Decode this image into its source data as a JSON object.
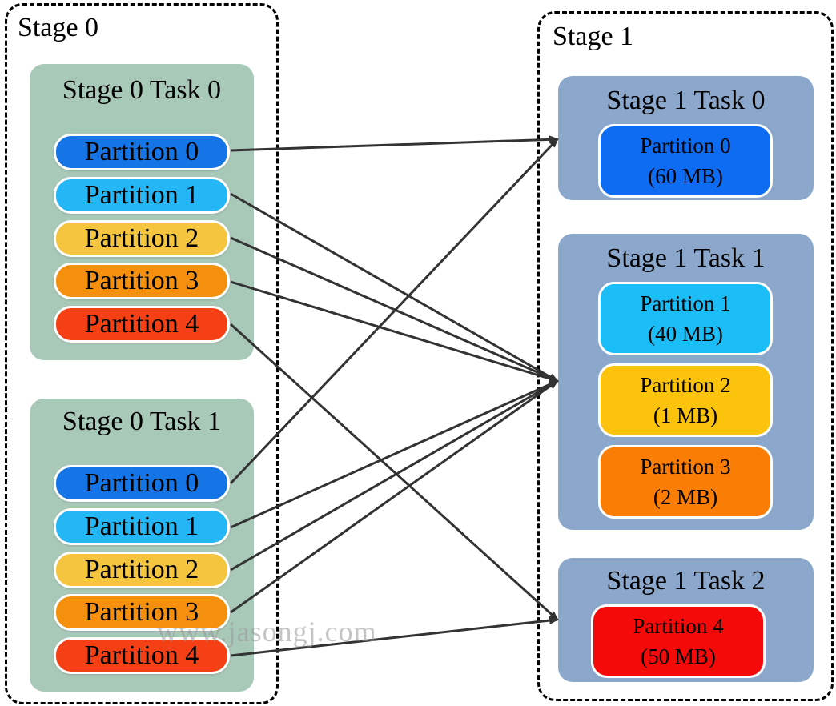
{
  "stage0": {
    "label": "Stage 0",
    "tasks": [
      {
        "label": "Stage 0 Task 0",
        "partitions": [
          {
            "label": "Partition 0",
            "color": "#1575e6"
          },
          {
            "label": "Partition 1",
            "color": "#25b6f5"
          },
          {
            "label": "Partition 2",
            "color": "#f5c53f"
          },
          {
            "label": "Partition 3",
            "color": "#f5900f"
          },
          {
            "label": "Partition 4",
            "color": "#f53f14"
          }
        ]
      },
      {
        "label": "Stage 0 Task 1",
        "partitions": [
          {
            "label": "Partition 0",
            "color": "#1575e6"
          },
          {
            "label": "Partition 1",
            "color": "#25b6f5"
          },
          {
            "label": "Partition 2",
            "color": "#f5c53f"
          },
          {
            "label": "Partition 3",
            "color": "#f5900f"
          },
          {
            "label": "Partition 4",
            "color": "#f53f14"
          }
        ]
      }
    ]
  },
  "stage1": {
    "label": "Stage 1",
    "tasks": [
      {
        "label": "Stage 1 Task 0",
        "partitions": [
          {
            "name": "Partition 0",
            "size": "(60 MB)",
            "color": "#0d6cf2"
          }
        ]
      },
      {
        "label": "Stage 1 Task 1",
        "partitions": [
          {
            "name": "Partition 1",
            "size": "(40 MB)",
            "color": "#1bbdf7"
          },
          {
            "name": "Partition 2",
            "size": "(1 MB)",
            "color": "#fcc30d"
          },
          {
            "name": "Partition 3",
            "size": "(2 MB)",
            "color": "#fa7d06"
          }
        ]
      },
      {
        "label": "Stage 1 Task 2",
        "partitions": [
          {
            "name": "Partition 4",
            "size": "(50 MB)",
            "color": "#f50a0a"
          }
        ]
      }
    ]
  },
  "colors": {
    "stage0_task_bg": "#a9c9b8",
    "stage1_task_bg": "#8ba8cc",
    "arrow": "#333333"
  },
  "watermark": "www.jasongj.com"
}
